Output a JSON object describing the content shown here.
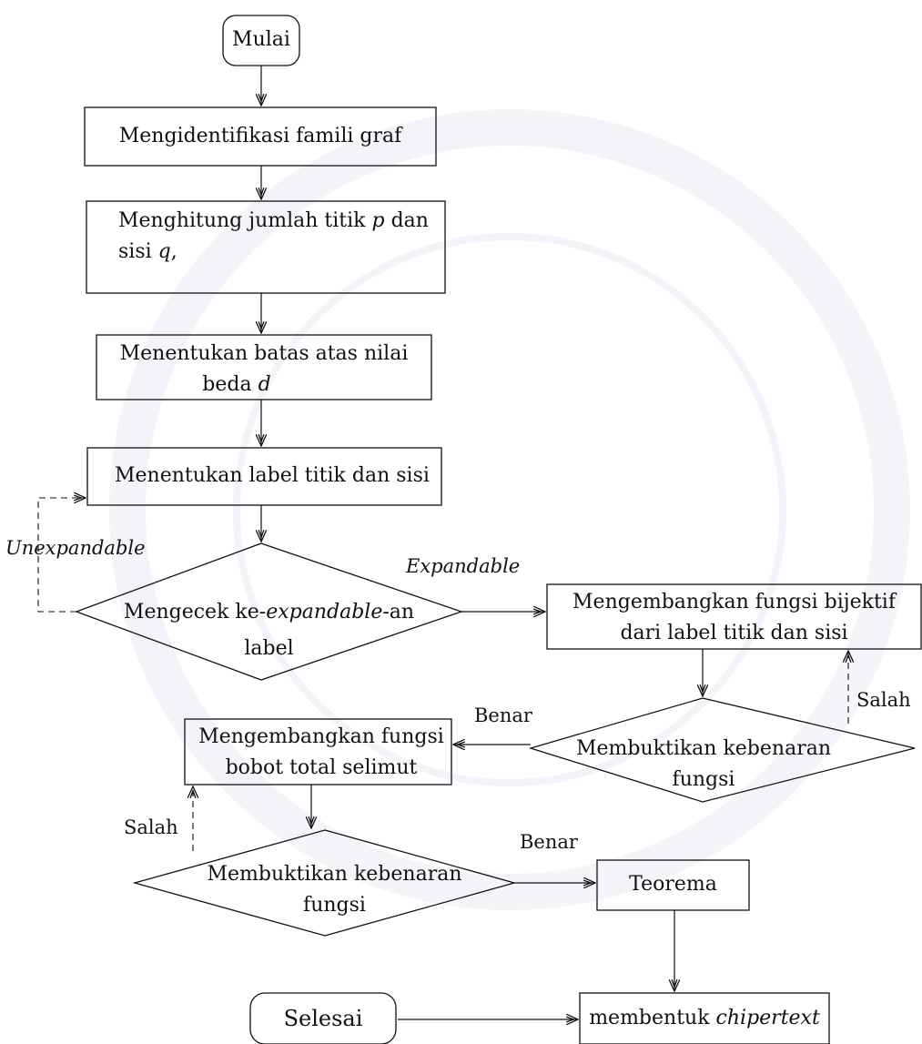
{
  "nodes": {
    "start": {
      "text": "Mulai"
    },
    "identify": {
      "text": "Mengidentifikasi famili graf"
    },
    "count": {
      "line1_a": "Menghitung jumlah titik ",
      "line1_var": "p",
      "line1_b": " dan",
      "line2_a": "sisi ",
      "line2_var": "q",
      "line2_b": ","
    },
    "upper_bound": {
      "line1": "Menentukan batas atas nilai",
      "line2_a": "beda ",
      "line2_var": "d"
    },
    "labels": {
      "text": "Menentukan label titik dan sisi"
    },
    "check": {
      "line1_a": "Mengecek ke-",
      "line1_it": "expandable",
      "line1_b": "-an",
      "line2": "label"
    },
    "bijective": {
      "line1": "Mengembangkan fungsi bijektif",
      "line2": "dari label titik dan sisi"
    },
    "prove1": {
      "line1": "Membuktikan kebenaran",
      "line2": "fungsi"
    },
    "total_weight": {
      "line1": "Mengembangkan fungsi",
      "line2": "bobot total selimut"
    },
    "prove2": {
      "line1": "Membuktikan kebenaran",
      "line2": "fungsi"
    },
    "theorem": {
      "text": "Teorema"
    },
    "ciphertext": {
      "text_a": "membentuk ",
      "text_it": "chipertext"
    },
    "end": {
      "text": "Selesai"
    }
  },
  "edge_labels": {
    "unexpandable": "Unexpandable",
    "expandable": "Expandable",
    "benar1": "Benar",
    "salah1": "Salah",
    "salah2": "Salah",
    "benar2": "Benar"
  },
  "colors": {
    "stroke": "#111111",
    "background": "#ffffff",
    "watermark": "#8aa0c8"
  }
}
